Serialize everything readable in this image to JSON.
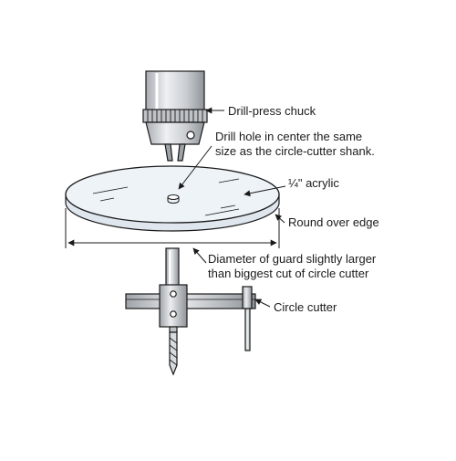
{
  "labels": {
    "chuck": "Drill-press chuck",
    "hole_line1": "Drill hole in center the same",
    "hole_line2": "size as the circle-cutter shank.",
    "acrylic": "¼\" acrylic",
    "round_over": "Round over edge",
    "diameter_line1": "Diameter of guard slightly larger",
    "diameter_line2": "than biggest cut of circle cutter",
    "cutter": "Circle cutter"
  },
  "colors": {
    "line": "#1a1a1a",
    "chuck_fill": "#d4d7da",
    "acrylic_fill": "#e8eef4",
    "metal_fill": "#cfd3d6"
  }
}
